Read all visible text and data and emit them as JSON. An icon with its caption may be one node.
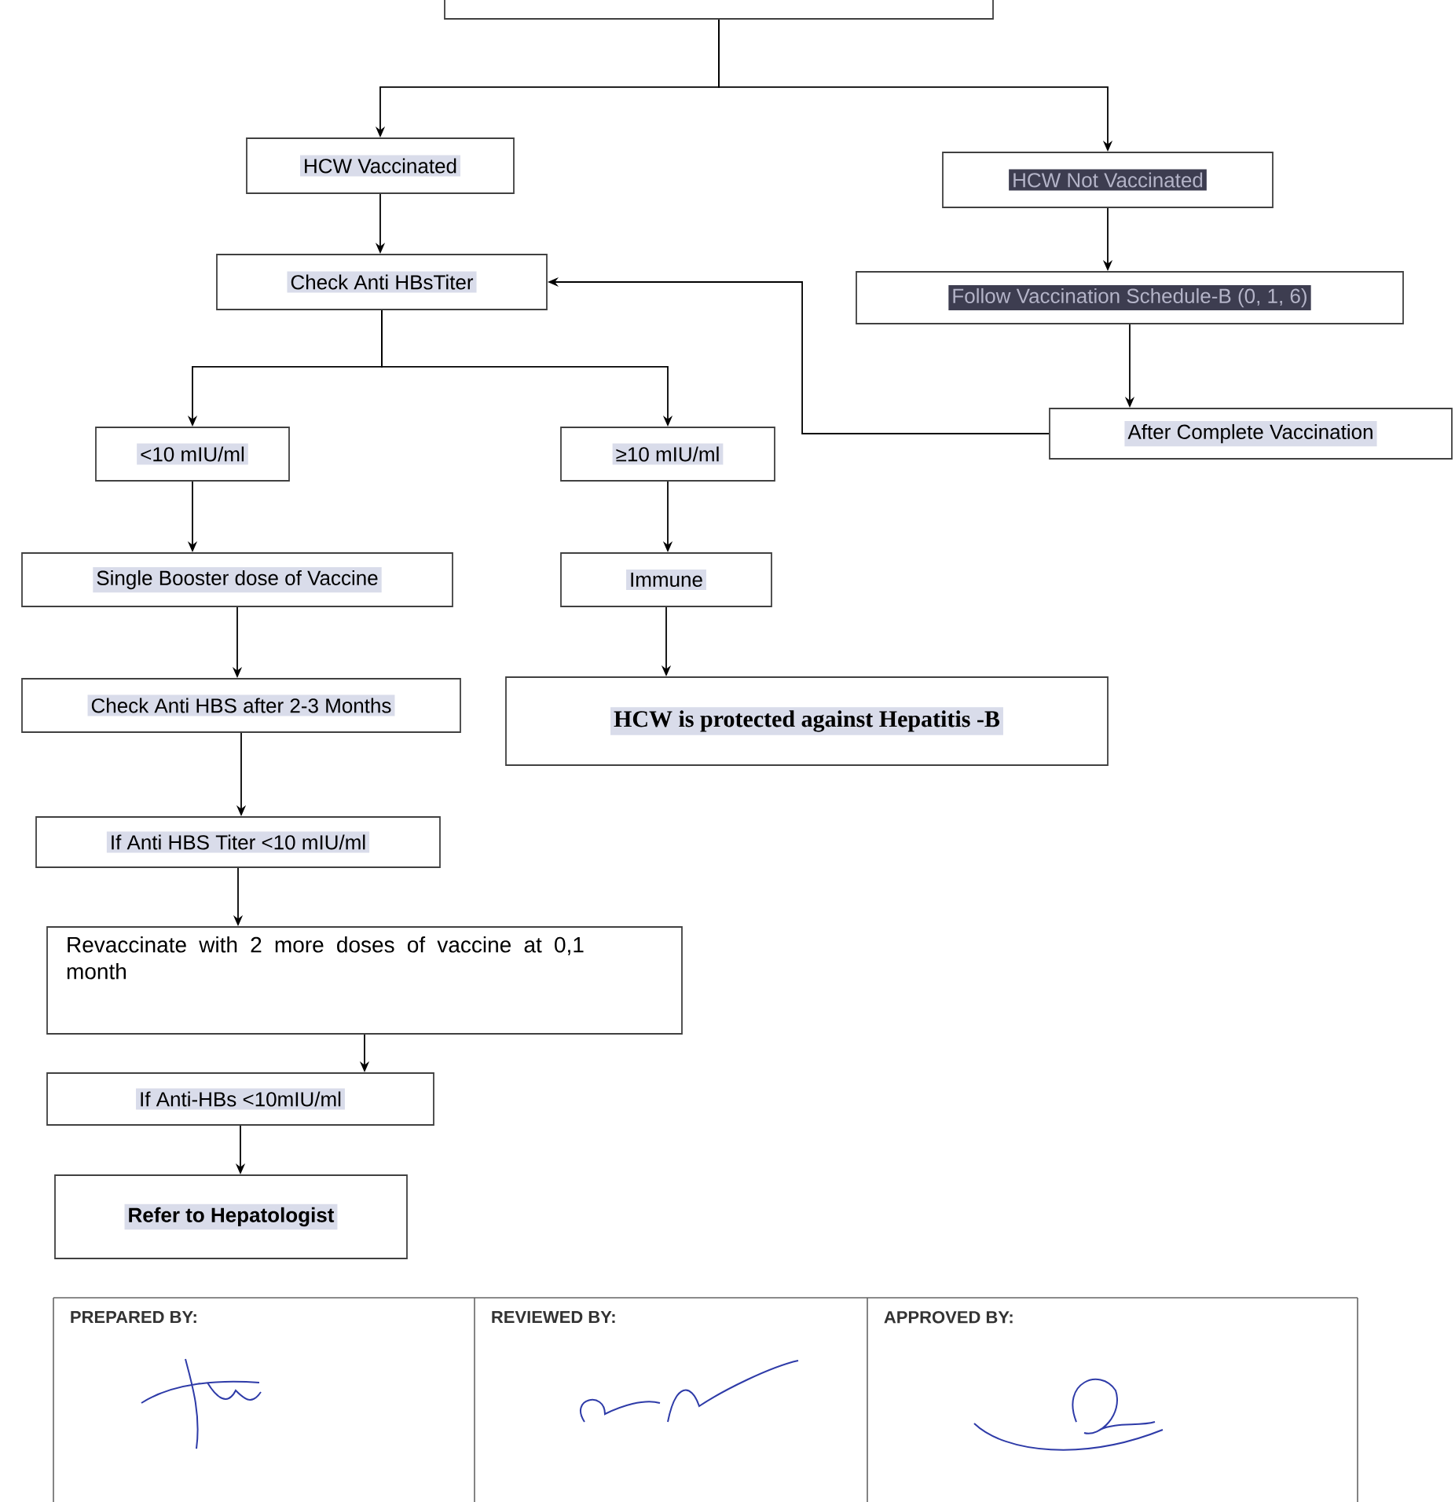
{
  "diagram": {
    "nodes": [
      {
        "text": [],
        "shape": "box"
      },
      {
        "text": [
          "HCW  Vaccinated"
        ]
      },
      {
        "text": [
          "HCW  Not Vaccinated"
        ]
      },
      {
        "text": [
          "Check Anti HBsTiter"
        ]
      },
      {
        "text": [
          "Follow Vaccination Schedule-B (0, 1, 6)"
        ]
      },
      {
        "text": [
          "After Complete Vaccination"
        ]
      },
      {
        "text": [
          "<10 mIU/ml"
        ]
      },
      {
        "text": [
          "≥10 mIU/ml"
        ]
      },
      {
        "text": [
          "Single Booster dose of Vaccine"
        ]
      },
      {
        "text": [
          "Immune"
        ]
      },
      {
        "text": [
          "Check Anti HBS after 2-3 Months"
        ]
      },
      {
        "text": [
          "HCW is protected against Hepatitis -B"
        ]
      },
      {
        "text": [
          "If Anti HBS Titer <10 mIU/ml"
        ]
      },
      {
        "text": [
          "Revaccinate with 2 more doses of vaccine at 0,1 month"
        ]
      },
      {
        "text": [
          "If Anti-HBs <10mIU/ml"
        ]
      },
      {
        "text": [
          "Refer to Hepatologist"
        ]
      }
    ],
    "edges": [
      {
        "from": 0,
        "to": 1,
        "arrow": "to"
      },
      {
        "from": 0,
        "to": 2,
        "arrow": "to"
      },
      {
        "from": 1,
        "to": 3,
        "arrow": "to"
      },
      {
        "from": 2,
        "to": 4,
        "arrow": "to"
      },
      {
        "from": 4,
        "to": 5,
        "arrow": "to"
      },
      {
        "from": 5,
        "to": 3,
        "arrow": "to"
      },
      {
        "from": 3,
        "to": 6,
        "arrow": "to"
      },
      {
        "from": 3,
        "to": 7,
        "arrow": "to"
      },
      {
        "from": 6,
        "to": 8,
        "arrow": "to"
      },
      {
        "from": 7,
        "to": 9,
        "arrow": "to"
      },
      {
        "from": 8,
        "to": 10,
        "arrow": "to"
      },
      {
        "from": 9,
        "to": 11,
        "arrow": "to"
      },
      {
        "from": 10,
        "to": 12,
        "arrow": "to"
      },
      {
        "from": 12,
        "to": 13,
        "arrow": "to"
      },
      {
        "from": 13,
        "to": 14,
        "arrow": "to"
      },
      {
        "from": 14,
        "to": 15,
        "arrow": "to"
      }
    ],
    "labels": [
      "PREPARED BY:",
      "REVIEWED BY:",
      "APPROVED BY:"
    ]
  }
}
